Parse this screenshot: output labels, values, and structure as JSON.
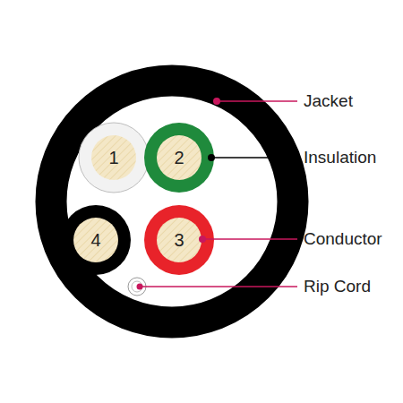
{
  "diagram": {
    "nodes": [
      {
        "text": [
          "1"
        ]
      },
      {
        "text": [
          "2"
        ]
      },
      {
        "text": [
          "4"
        ]
      },
      {
        "text": [
          "3"
        ]
      }
    ],
    "labels": [
      "Jacket",
      "Insulation",
      "Conductor",
      "Rip Cord"
    ]
  }
}
